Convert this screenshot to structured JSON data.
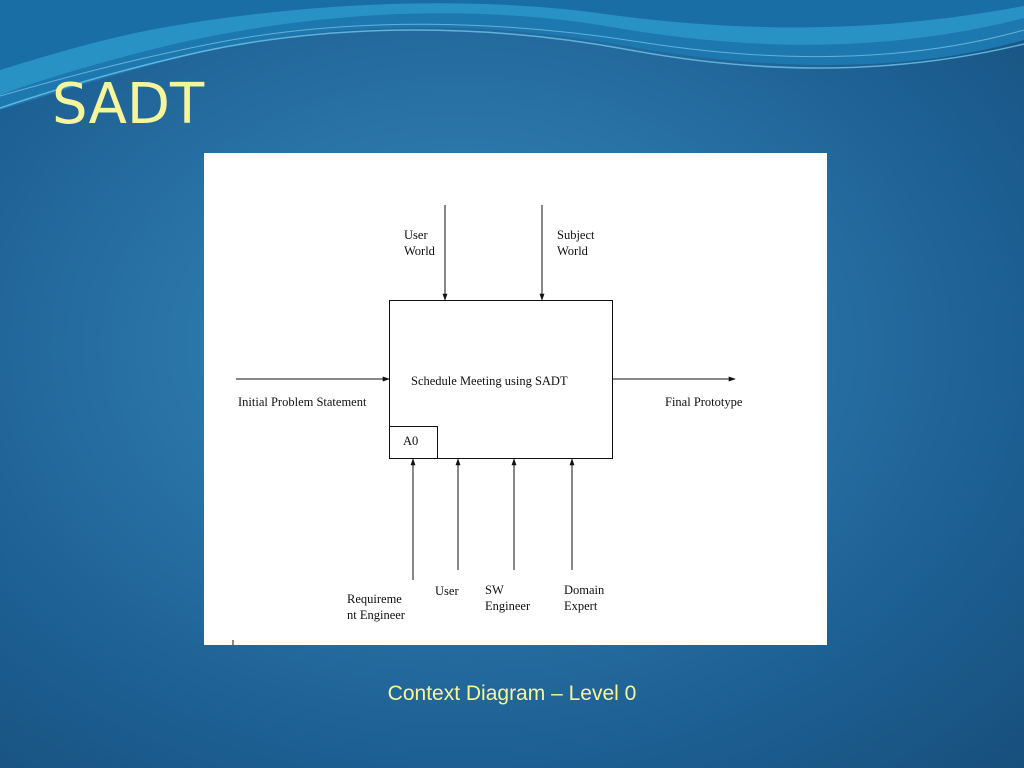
{
  "slide": {
    "title": "SADT",
    "caption": "Context Diagram – Level 0",
    "title_color": "#f7f59a"
  },
  "diagram": {
    "activity": {
      "label": "Schedule Meeting using SADT",
      "node": "A0"
    },
    "input": {
      "label": "Initial Problem Statement"
    },
    "output": {
      "label": "Final Prototype"
    },
    "controls": [
      {
        "line1": "User",
        "line2": "World"
      },
      {
        "line1": "Subject",
        "line2": "World"
      }
    ],
    "mechanisms": [
      {
        "line1": "Requireme",
        "line2": "nt Engineer"
      },
      {
        "line1": "User",
        "line2": ""
      },
      {
        "line1": "SW",
        "line2": "Engineer"
      },
      {
        "line1": "Domain",
        "line2": "Expert"
      }
    ]
  }
}
